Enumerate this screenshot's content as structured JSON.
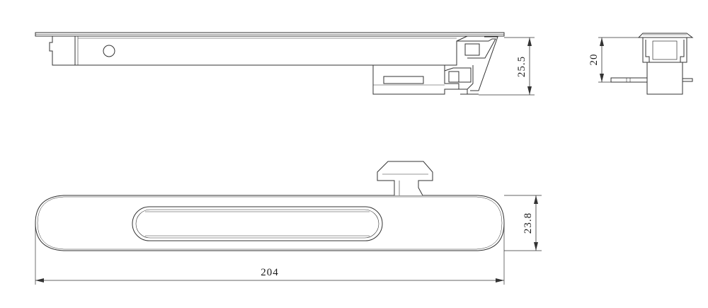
{
  "drawing": {
    "line_color": "#333333",
    "background": "#ffffff",
    "dimensions": {
      "side_view_height": "25.5",
      "end_view_height": "20",
      "top_view_height": "23.8",
      "overall_length": "204"
    }
  }
}
